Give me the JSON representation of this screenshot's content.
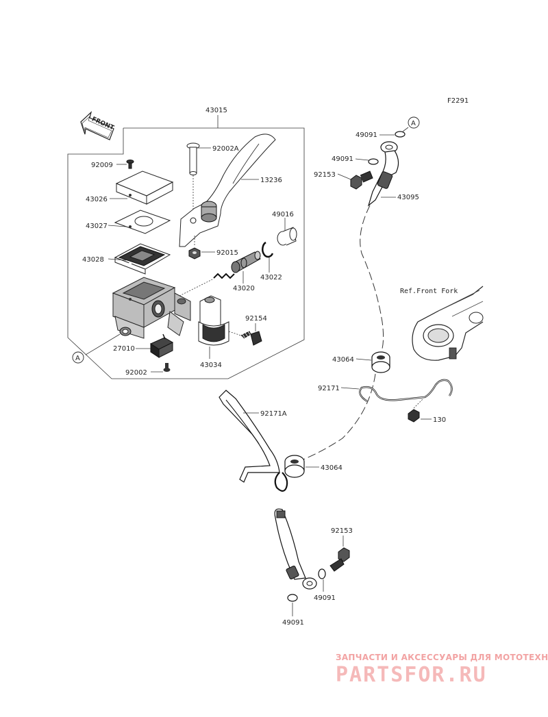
{
  "figure_id": "F2291",
  "front_arrow_label": "FRONT",
  "ref_label": "Ref.Front Fork",
  "ref_marker": "A",
  "parts": {
    "p43015": "43015",
    "p92009": "92009",
    "p43026": "43026",
    "p43027": "43027",
    "p43028": "43028",
    "p92002A": "92002A",
    "p13236": "13236",
    "p49016": "49016",
    "p92015": "92015",
    "p43022": "43022",
    "p43020": "43020",
    "p92154": "92154",
    "p27010": "27010",
    "p43034": "43034",
    "p92002": "92002",
    "p49091a": "49091",
    "p49091b": "49091",
    "p92153a": "92153",
    "p43095": "43095",
    "p43064a": "43064",
    "p92171": "92171",
    "p130": "130",
    "p92171A": "92171A",
    "p43064b": "43064",
    "p92153b": "92153",
    "p49091c": "49091",
    "p49091d": "49091"
  },
  "watermark": {
    "subtitle": "ЗАПЧАСТИ И АКСЕССУАРЫ ДЛЯ МОТОТЕХНИКИ",
    "brand": "PARTSFOR.RU"
  }
}
